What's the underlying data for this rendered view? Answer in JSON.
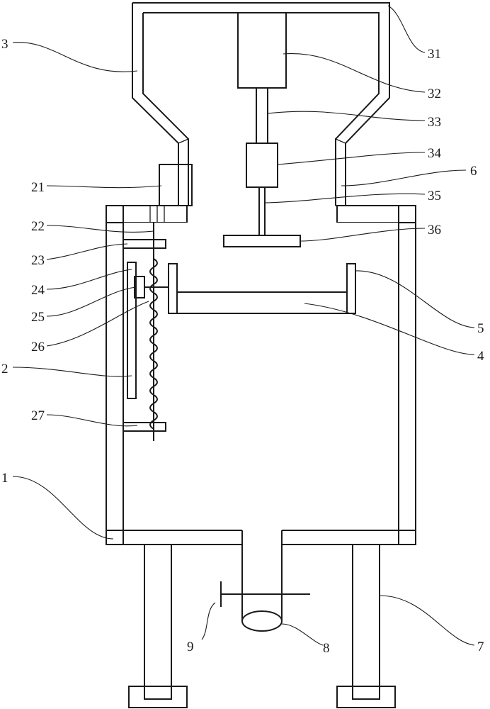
{
  "labels": {
    "l3": "3",
    "l31": "31",
    "l32": "32",
    "l33": "33",
    "l34": "34",
    "l6": "6",
    "l21": "21",
    "l35": "35",
    "l22": "22",
    "l36": "36",
    "l23": "23",
    "l24": "24",
    "l25": "25",
    "l26": "26",
    "l5": "5",
    "l4": "4",
    "l2": "2",
    "l27": "27",
    "l1": "1",
    "l9": "9",
    "l8": "8",
    "l7": "7"
  }
}
